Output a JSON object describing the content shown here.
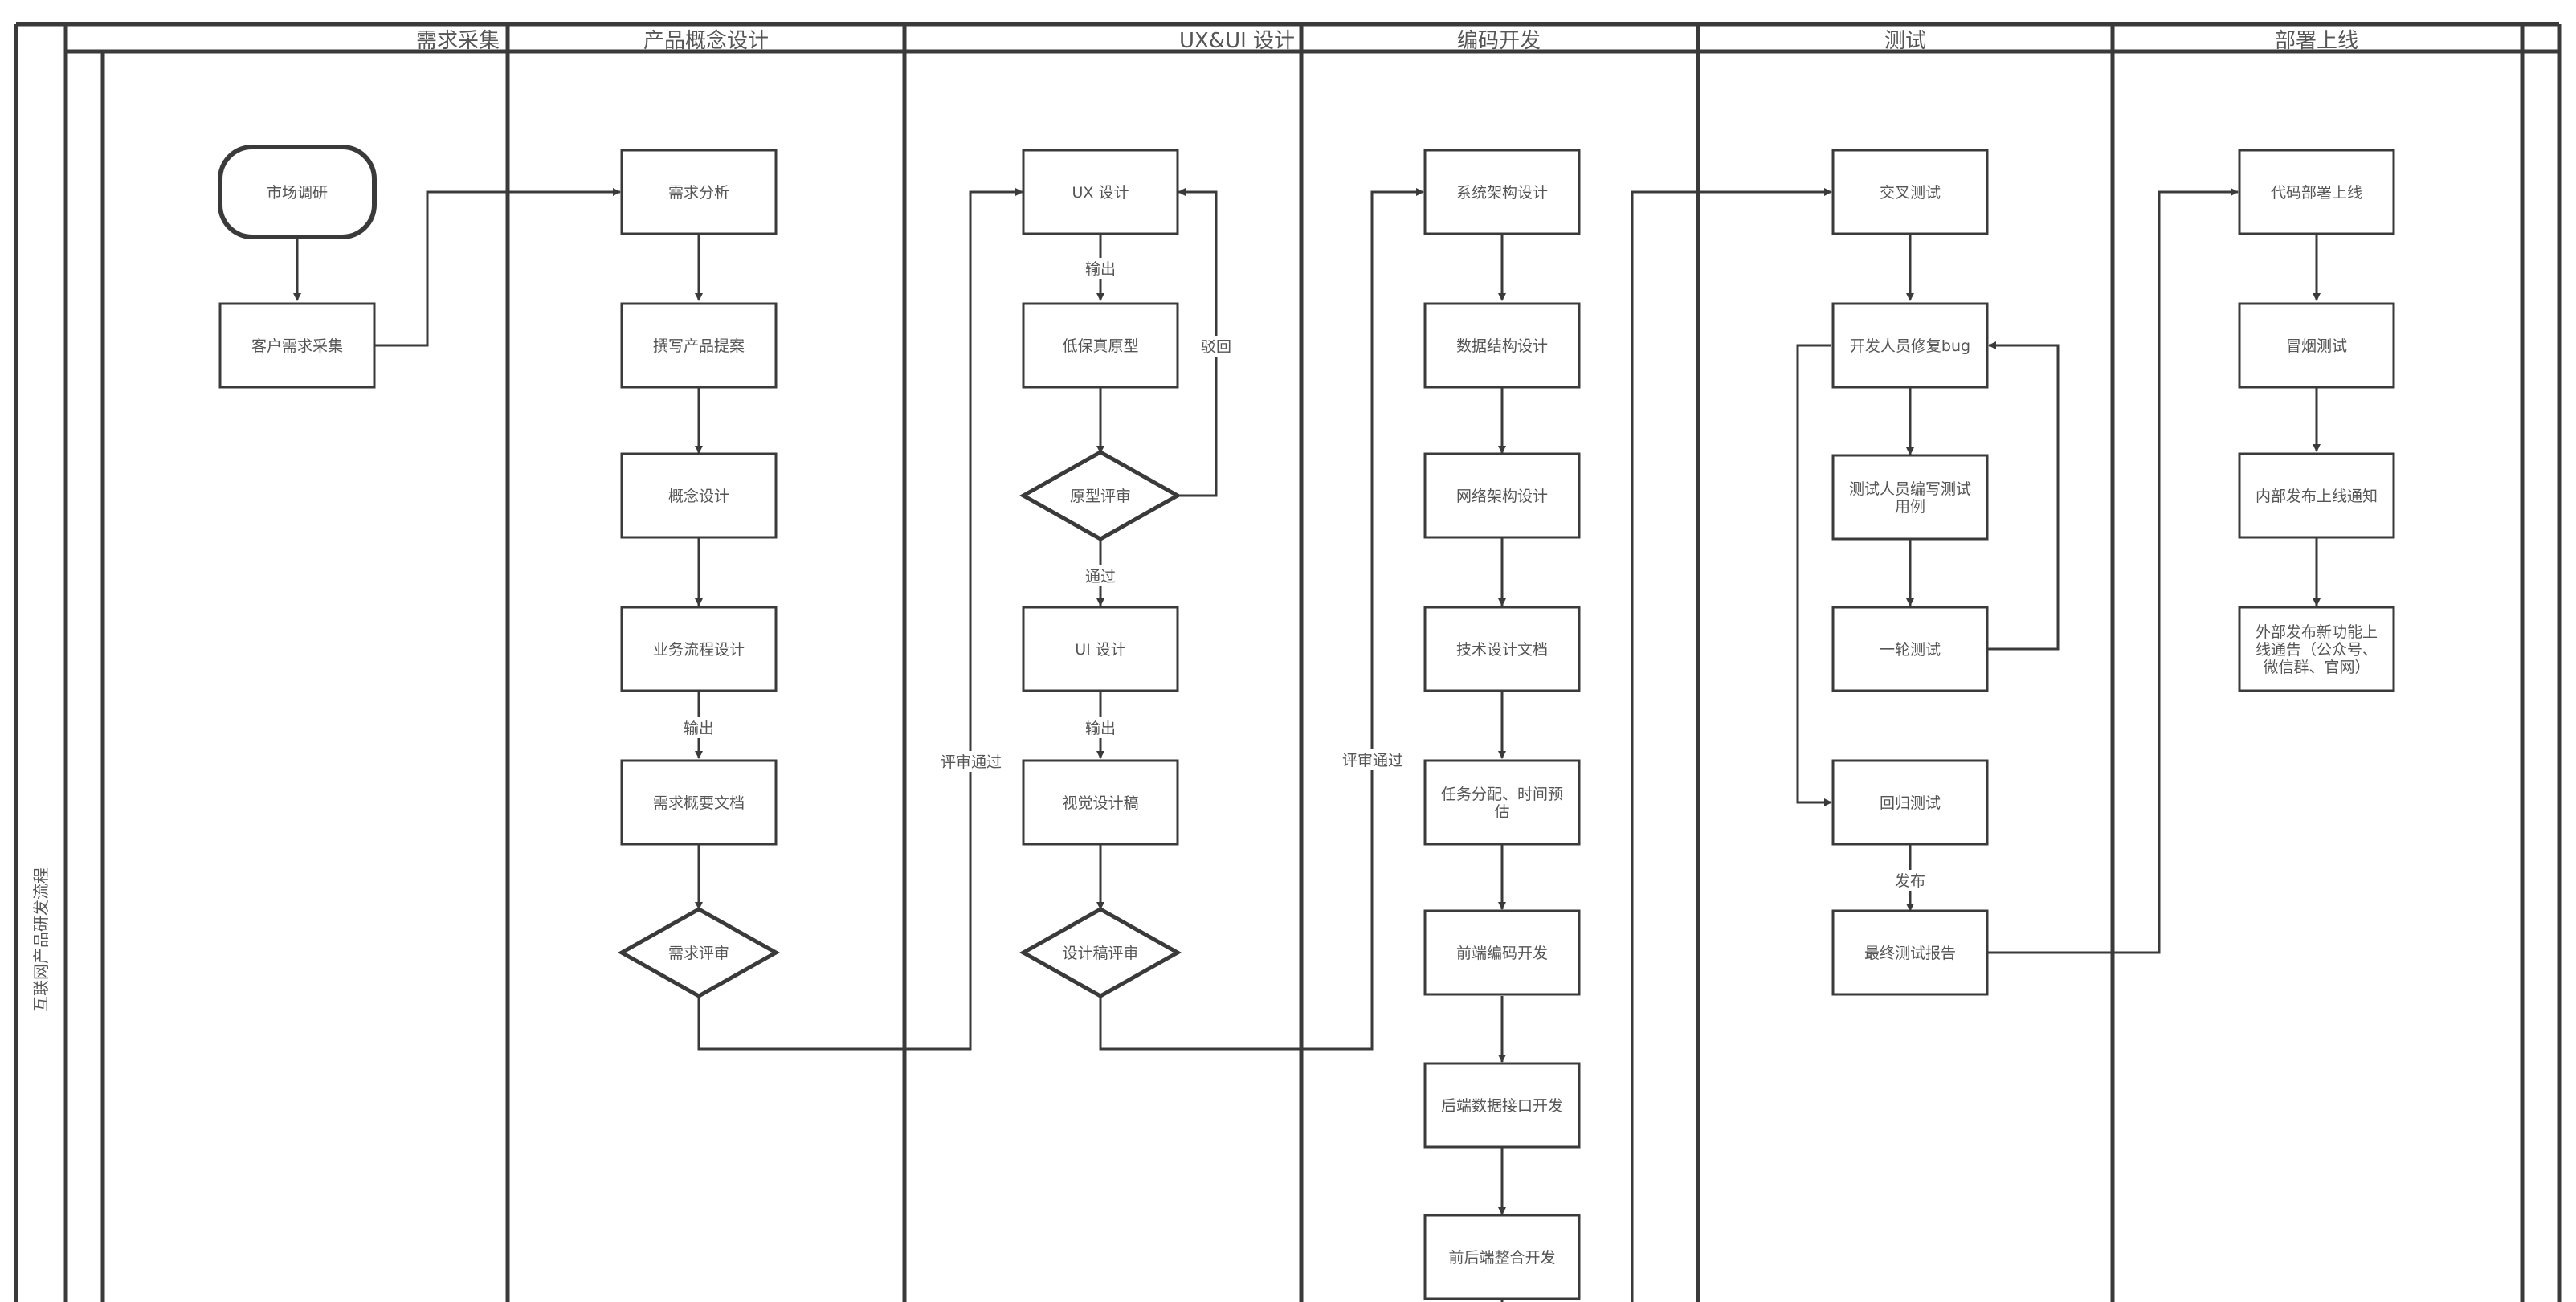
{
  "diagram": {
    "title": "互联网产品研发流程",
    "lanes": [
      {
        "id": "lane-requirements",
        "label": "需求采集"
      },
      {
        "id": "lane-concept",
        "label": "产品概念设计"
      },
      {
        "id": "lane-uxui",
        "label": "UX&UI 设计"
      },
      {
        "id": "lane-coding",
        "label": "编码开发"
      },
      {
        "id": "lane-testing",
        "label": "测试"
      },
      {
        "id": "lane-deploy",
        "label": "部署上线"
      }
    ],
    "nodes": [
      {
        "id": "market-research",
        "label": [
          "市场调研"
        ],
        "shape": "terminal"
      },
      {
        "id": "customer-req",
        "label": [
          "客户需求采集"
        ],
        "shape": "process"
      },
      {
        "id": "req-analysis",
        "label": [
          "需求分析"
        ],
        "shape": "process"
      },
      {
        "id": "write-proposal",
        "label": [
          "撰写产品提案"
        ],
        "shape": "process"
      },
      {
        "id": "concept-design",
        "label": [
          "概念设计"
        ],
        "shape": "process"
      },
      {
        "id": "biz-flow-design",
        "label": [
          "业务流程设计"
        ],
        "shape": "process"
      },
      {
        "id": "req-outline-doc",
        "label": [
          "需求概要文档"
        ],
        "shape": "process"
      },
      {
        "id": "req-review",
        "label": [
          "需求评审"
        ],
        "shape": "decision"
      },
      {
        "id": "ux-design",
        "label": [
          "UX 设计"
        ],
        "shape": "process"
      },
      {
        "id": "lofi-prototype",
        "label": [
          "低保真原型"
        ],
        "shape": "process"
      },
      {
        "id": "prototype-review",
        "label": [
          "原型评审"
        ],
        "shape": "decision"
      },
      {
        "id": "ui-design",
        "label": [
          "UI 设计"
        ],
        "shape": "process"
      },
      {
        "id": "visual-draft",
        "label": [
          "视觉设计稿"
        ],
        "shape": "process"
      },
      {
        "id": "design-review",
        "label": [
          "设计稿评审"
        ],
        "shape": "decision"
      },
      {
        "id": "sys-arch",
        "label": [
          "系统架构设计"
        ],
        "shape": "process"
      },
      {
        "id": "data-struct",
        "label": [
          "数据结构设计"
        ],
        "shape": "process"
      },
      {
        "id": "net-arch",
        "label": [
          "网络架构设计"
        ],
        "shape": "process"
      },
      {
        "id": "tech-doc",
        "label": [
          "技术设计文档"
        ],
        "shape": "process"
      },
      {
        "id": "task-assign",
        "label": [
          "任务分配、时间预",
          "估"
        ],
        "shape": "process"
      },
      {
        "id": "frontend-dev",
        "label": [
          "前端编码开发"
        ],
        "shape": "process"
      },
      {
        "id": "backend-api",
        "label": [
          "后端数据接口开发"
        ],
        "shape": "process"
      },
      {
        "id": "fe-be-integration",
        "label": [
          "前后端整合开发"
        ],
        "shape": "process"
      },
      {
        "id": "cross-test",
        "label": [
          "交叉测试"
        ],
        "shape": "process"
      },
      {
        "id": "dev-fix-bug",
        "label": [
          "开发人员修复bug"
        ],
        "shape": "process"
      },
      {
        "id": "write-testcase",
        "label": [
          "测试人员编写测试",
          "用例"
        ],
        "shape": "process"
      },
      {
        "id": "round-test",
        "label": [
          "一轮测试"
        ],
        "shape": "process"
      },
      {
        "id": "regression-test",
        "label": [
          "回归测试"
        ],
        "shape": "process"
      },
      {
        "id": "final-report",
        "label": [
          "最终测试报告"
        ],
        "shape": "process"
      },
      {
        "id": "code-deploy",
        "label": [
          "代码部署上线"
        ],
        "shape": "process"
      },
      {
        "id": "smoke-test",
        "label": [
          "冒烟测试"
        ],
        "shape": "process"
      },
      {
        "id": "internal-notice",
        "label": [
          "内部发布上线通知"
        ],
        "shape": "process"
      },
      {
        "id": "external-notice",
        "label": [
          "外部发布新功能上",
          "线通告（公众号、",
          "微信群、官网）"
        ],
        "shape": "process"
      }
    ],
    "edge_labels": {
      "output1": "输出",
      "reject": "驳回",
      "pass": "通过",
      "output2": "输出",
      "output3": "输出",
      "review_pass1": "评审通过",
      "review_pass2": "评审通过",
      "publish": "发布"
    },
    "colors": {
      "line": "#3a3a3a",
      "text": "#555555",
      "background": "#ffffff"
    }
  }
}
